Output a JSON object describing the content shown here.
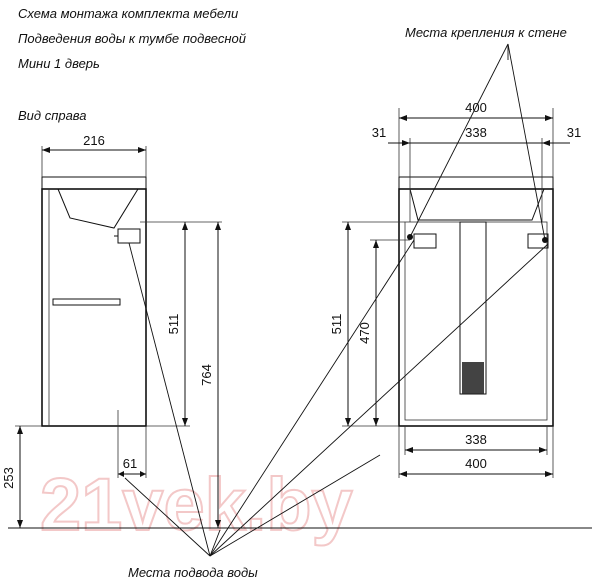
{
  "header": {
    "line1": "Схема монтажа комплекта мебели",
    "line2": "Подведения воды к тумбе подвесной",
    "line3": "Мини 1 дверь"
  },
  "side_view_label": "Вид справа",
  "callouts": {
    "wall_mount": "Места крепления к стене",
    "water_supply": "Места подвода воды"
  },
  "dimensions": {
    "side_width": "216",
    "side_height_511": "511",
    "side_height_764": "764",
    "side_offset_61": "61",
    "floor_height_253": "253",
    "front_top_400": "400",
    "front_top_338": "338",
    "front_left_31": "31",
    "front_right_31": "31",
    "front_height_511": "511",
    "front_height_470": "470",
    "front_bottom_338": "338",
    "front_bottom_400": "400"
  },
  "watermark": "21vek.by"
}
